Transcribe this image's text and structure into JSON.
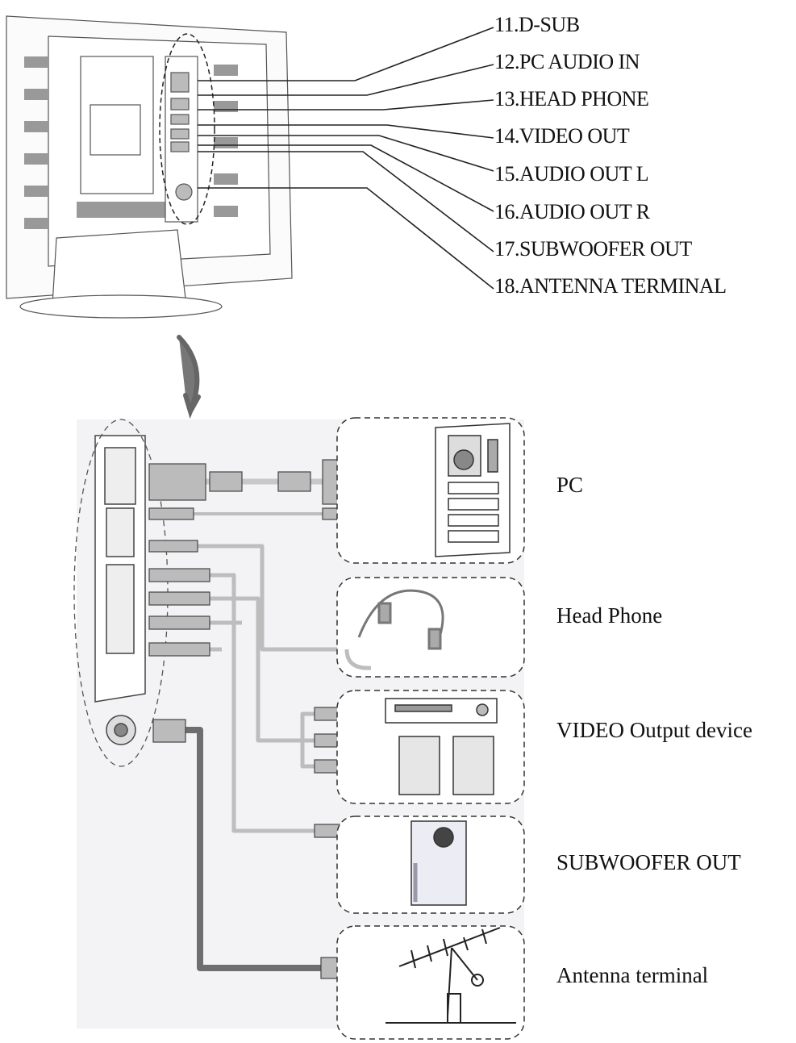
{
  "port_labels": [
    {
      "id": "d-sub",
      "text": "11.D-SUB"
    },
    {
      "id": "pc-audio-in",
      "text": "12.PC AUDIO IN"
    },
    {
      "id": "head-phone",
      "text": "13.HEAD PHONE"
    },
    {
      "id": "video-out",
      "text": "14.VIDEO OUT"
    },
    {
      "id": "audio-out-l",
      "text": "15.AUDIO OUT L"
    },
    {
      "id": "audio-out-r",
      "text": "16.AUDIO OUT R"
    },
    {
      "id": "subwoofer-out",
      "text": "17.SUBWOOFER OUT"
    },
    {
      "id": "antenna-terminal",
      "text": "18.ANTENNA TERMINAL"
    }
  ],
  "device_labels": [
    {
      "id": "pc",
      "text": "PC"
    },
    {
      "id": "head-phone",
      "text": "Head Phone"
    },
    {
      "id": "video-output-device",
      "text": "VIDEO Output device"
    },
    {
      "id": "subwoofer-out",
      "text": "SUBWOOFER OUT"
    },
    {
      "id": "antenna-terminal",
      "text": "Antenna terminal"
    }
  ],
  "colors": {
    "line": "#222222",
    "cable": "#bdbdbd",
    "antenna_cable": "#6e6e6e",
    "panel_bg": "#f3f3f6",
    "outline": "#333333"
  }
}
